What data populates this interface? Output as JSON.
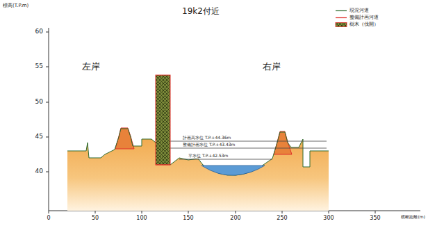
{
  "diagram": {
    "title": "19k2付近",
    "labels": [
      "標高(T.P.m)",
      "左岸",
      "右岸",
      "60",
      "55",
      "50",
      "45",
      "40",
      "0",
      "50",
      "100",
      "150",
      "200",
      "250",
      "300",
      "350",
      "横断距離(m)",
      "計画高水位 T.P.+44.36m",
      "整備計画水位 T.P.+43.43m",
      "平水位 T.P.+42.53m"
    ],
    "legend": [
      {
        "text": "現況河道"
      },
      {
        "text": "整備計画河道"
      },
      {
        "text": "樹木（伐開）"
      }
    ]
  }
}
